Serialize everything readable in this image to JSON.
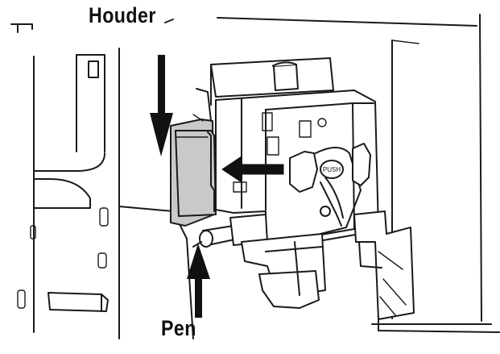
{
  "labels": {
    "houder": "Houder",
    "pen": "Pen"
  },
  "colors": {
    "line": "#1a1a1a",
    "holder_fill": "#c9c9c9",
    "arrow": "#111111",
    "background": "#ffffff"
  },
  "badge_text": "PUSH"
}
